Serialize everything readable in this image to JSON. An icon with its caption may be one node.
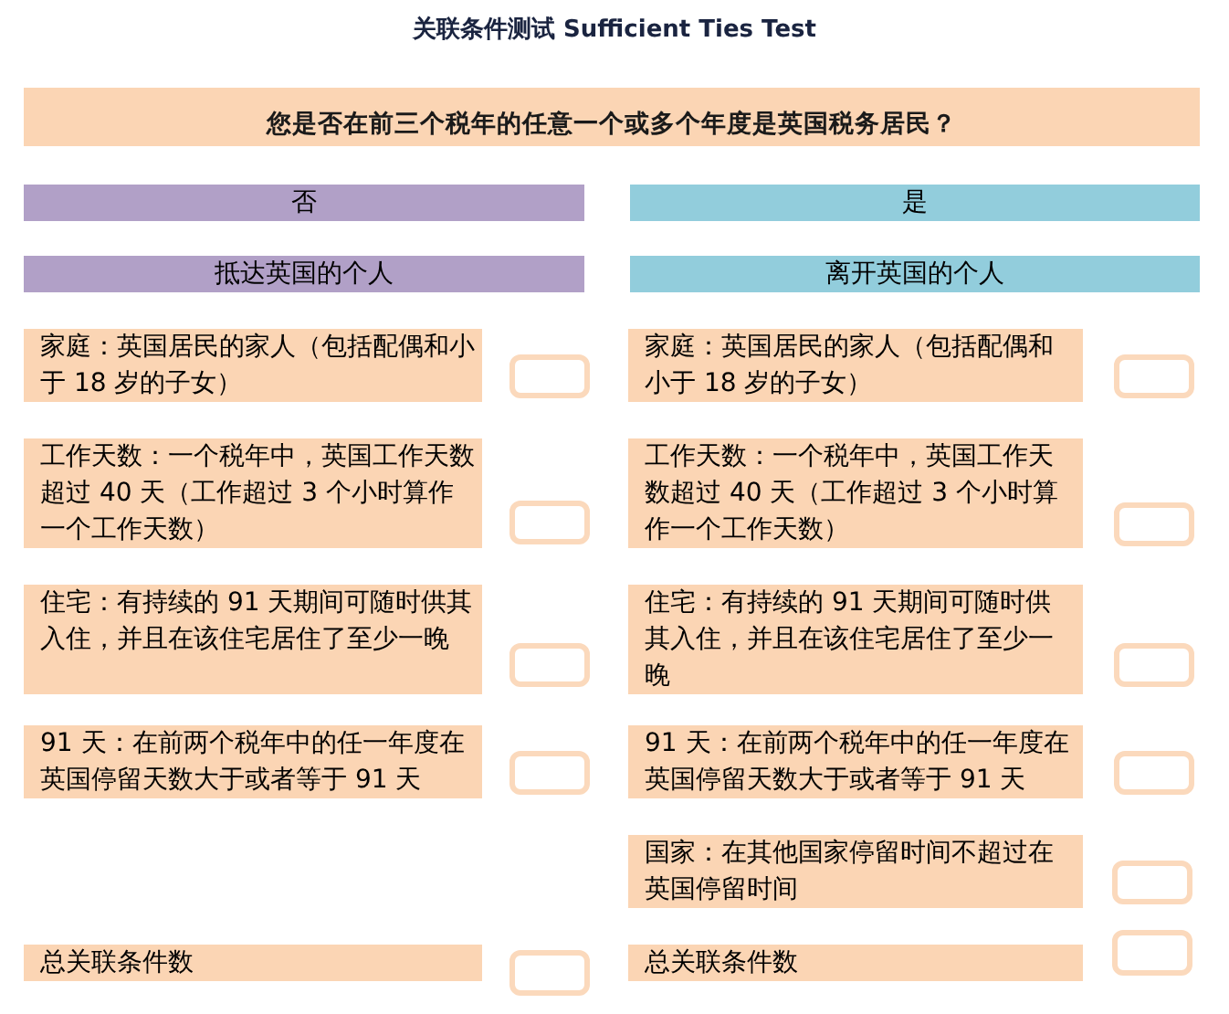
{
  "diagram": {
    "title": "关联条件测试 Sufficient Ties Test",
    "nodes": [
      {
        "text": [
          "您是否在前三个税年的任意一个或多个年度是英国税务居民？"
        ]
      },
      {
        "text": [
          "否"
        ]
      },
      {
        "text": [
          "是"
        ]
      },
      {
        "text": [
          "抵达英国的个人"
        ]
      },
      {
        "text": [
          "离开英国的个人"
        ]
      },
      {
        "text": [
          "家庭：英国居民的家人（包括配偶和小于 18 岁的子女）"
        ]
      },
      {
        "text": [],
        "shape": "box"
      },
      {
        "text": [
          "家庭：英国居民的家人（包括配偶和小于 18 岁的子女）"
        ]
      },
      {
        "text": [],
        "shape": "box"
      },
      {
        "text": [
          "工作天数：一个税年中，英国工作天数超过 40 天（工作超过 3 个小时算作一个工作天数）"
        ]
      },
      {
        "text": [],
        "shape": "box"
      },
      {
        "text": [
          "工作天数：一个税年中，英国工作天数超过 40 天（工作超过 3 个小时算作一个工作天数）"
        ]
      },
      {
        "text": [],
        "shape": "box"
      },
      {
        "text": [
          "住宅：有持续的 91 天期间可随时供其入住，并且在该住宅居住了至少一晚"
        ]
      },
      {
        "text": [],
        "shape": "box"
      },
      {
        "text": [
          "住宅：有持续的 91 天期间可随时供其入住，并且在该住宅居住了至少一晚"
        ]
      },
      {
        "text": [],
        "shape": "box"
      },
      {
        "text": [
          "91 天：在前两个税年中的任一年度在英国停留天数大于或者等于 91 天"
        ]
      },
      {
        "text": [],
        "shape": "box"
      },
      {
        "text": [
          "91 天：在前两个税年中的任一年度在英国停留天数大于或者等于 91 天"
        ]
      },
      {
        "text": [],
        "shape": "box"
      },
      {
        "text": [
          "国家：在其他国家停留时间不超过在英国停留时间"
        ]
      },
      {
        "text": [],
        "shape": "box"
      },
      {
        "text": [
          "总关联条件数"
        ]
      },
      {
        "text": [],
        "shape": "box"
      },
      {
        "text": [
          "总关联条件数"
        ]
      },
      {
        "text": [],
        "shape": "box"
      }
    ]
  }
}
